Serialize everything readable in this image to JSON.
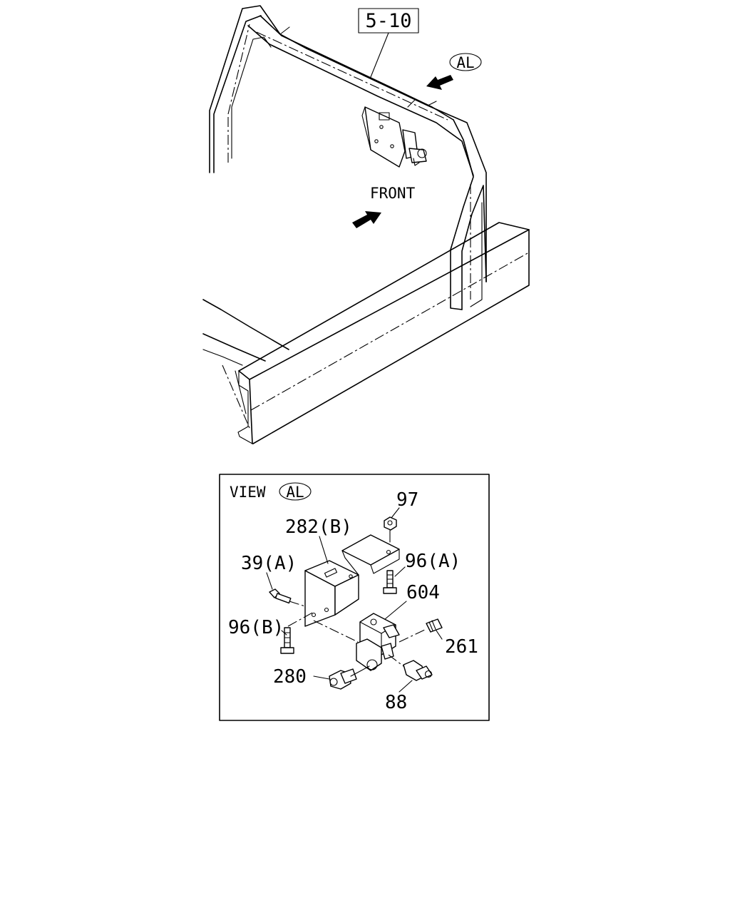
{
  "diagram": {
    "reference_box": "5-10",
    "view_marker": "AL",
    "front_label": "FRONT",
    "inset": {
      "view_word": "VIEW",
      "view_marker": "AL"
    },
    "callouts": {
      "p97": "97",
      "p282b": "282(B)",
      "p39a": "39(A)",
      "p96a": "96(A)",
      "p604": "604",
      "p96b": "96(B)",
      "p261": "261",
      "p280": "280",
      "p88": "88"
    }
  }
}
